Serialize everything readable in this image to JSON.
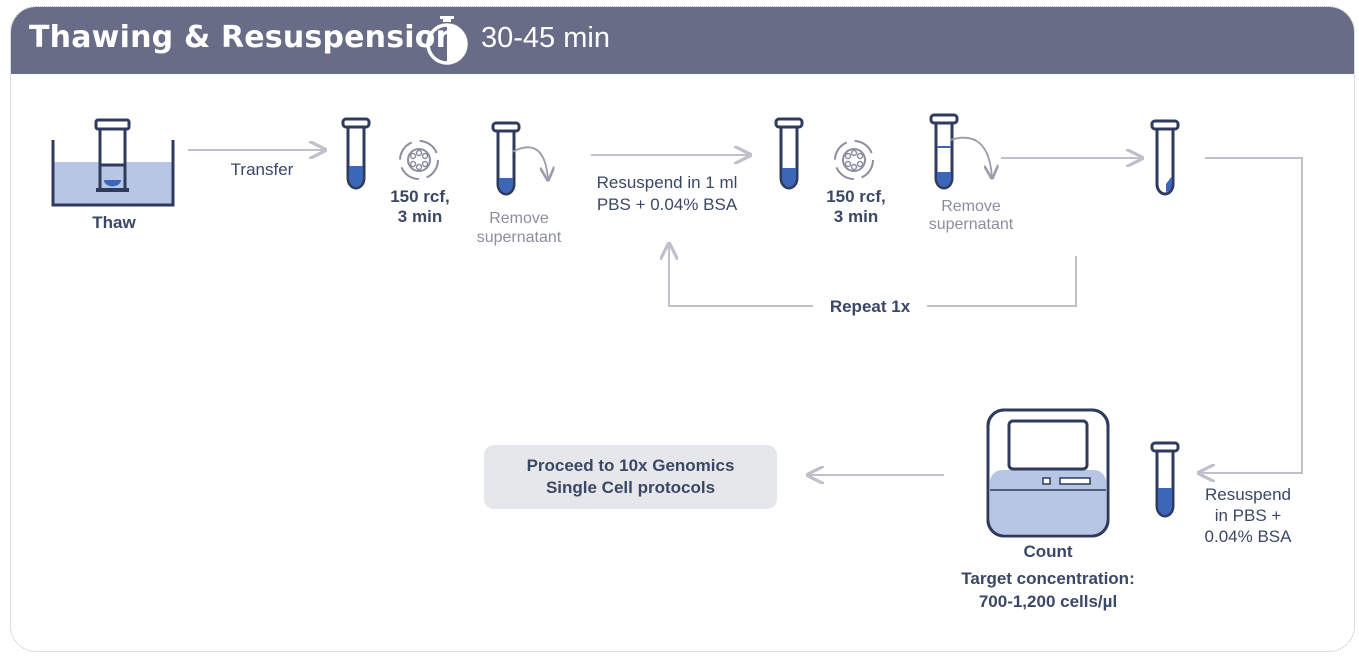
{
  "header": {
    "title": "Thawing & Resuspension",
    "duration": "30-45 min",
    "timer_icon": "stopwatch-icon"
  },
  "steps": {
    "thaw": "Thaw",
    "transfer": "Transfer",
    "spin1_line1": "150 rcf,",
    "spin1_line2": "3 min",
    "remove1_line1": "Remove",
    "remove1_line2": "supernatant",
    "resuspend1_line1": "Resuspend in 1 ml",
    "resuspend1_line2": "PBS + 0.04% BSA",
    "spin2_line1": "150 rcf,",
    "spin2_line2": "3 min",
    "remove2_line1": "Remove",
    "remove2_line2": "supernatant",
    "repeat": "Repeat 1x",
    "resuspend2_line1": "Resuspend",
    "resuspend2_line2": "in PBS +",
    "resuspend2_line3": "0.04% BSA",
    "count": "Count",
    "target_line1": "Target concentration:",
    "target_line2": "700-1,200 cells/µl",
    "proceed_line1": "Proceed to 10x Genomics",
    "proceed_line2": "Single Cell protocols"
  },
  "colors": {
    "header_bg": "#686c87",
    "navy": "#2f3b5c",
    "liquid": "#b7c6e4",
    "liquid_dark": "#3c66b8",
    "arrow": "#bfc0cc"
  }
}
